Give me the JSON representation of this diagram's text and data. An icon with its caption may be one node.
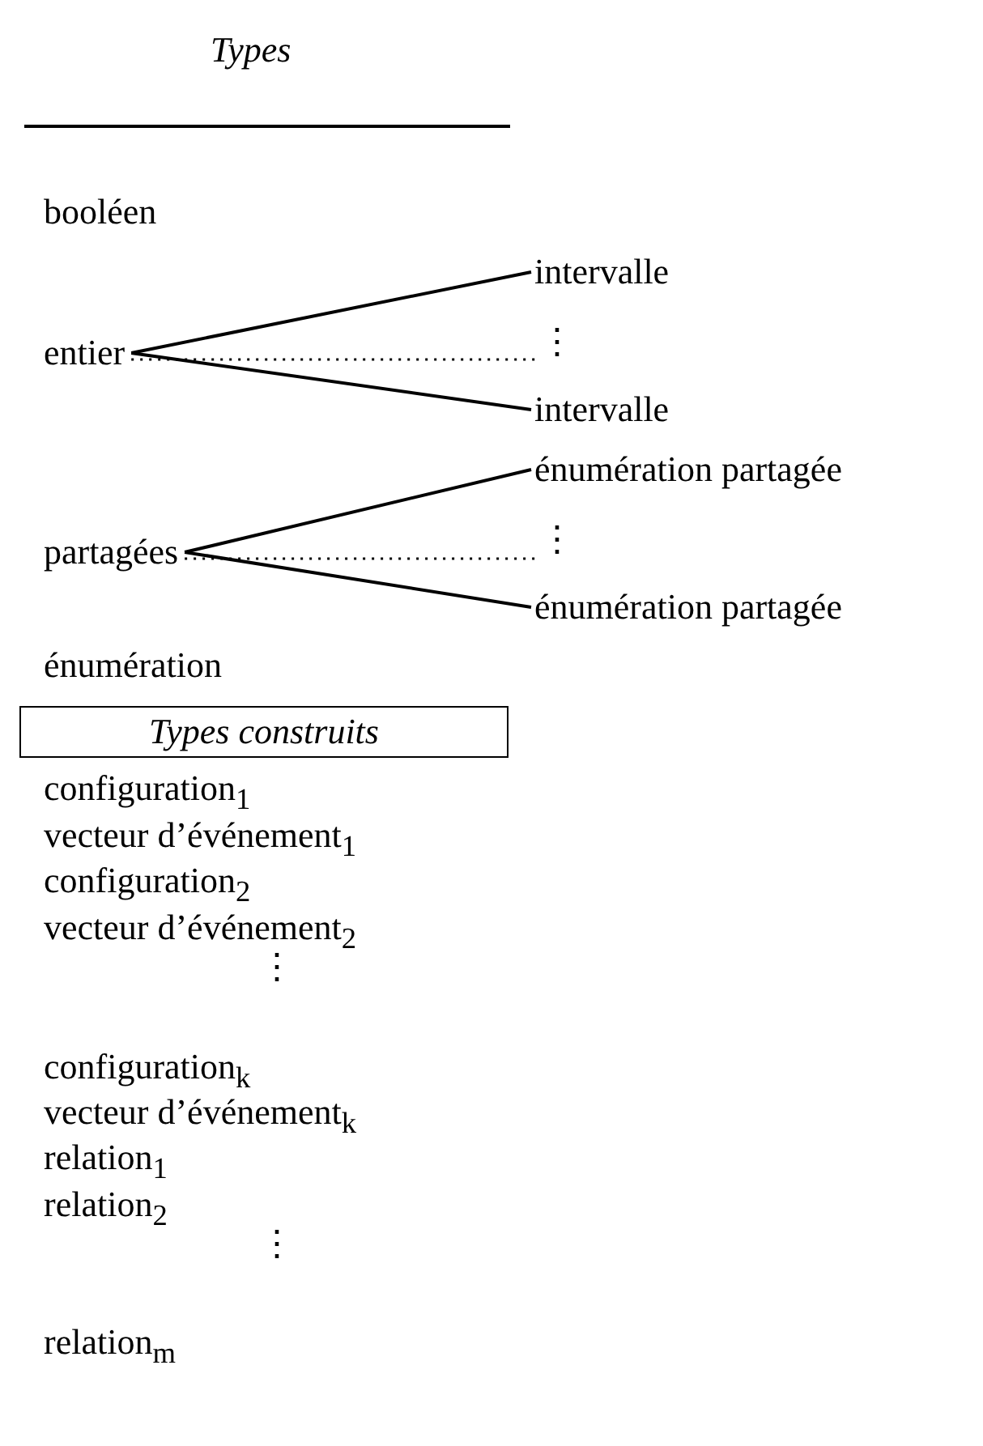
{
  "diagram": {
    "title": "Types",
    "nodes": [
      {
        "text": [
          "entier"
        ]
      },
      {
        "text": [
          "intervalle"
        ]
      },
      {
        "text": [
          "⋮"
        ]
      },
      {
        "text": [
          "intervalle"
        ]
      },
      {
        "text": [
          "partagées"
        ]
      },
      {
        "text": [
          "énumération partagée"
        ]
      },
      {
        "text": [
          "⋮"
        ]
      },
      {
        "text": [
          "énumération partagée"
        ]
      },
      {
        "text": [
          "Types construits"
        ]
      }
    ],
    "edges": [
      {
        "from": 0,
        "to": 1,
        "arrow": "none"
      },
      {
        "from": 0,
        "to": 2,
        "arrow": "none",
        "style": "dashed"
      },
      {
        "from": 0,
        "to": 3,
        "arrow": "none"
      },
      {
        "from": 4,
        "to": 5,
        "arrow": "none"
      },
      {
        "from": 4,
        "to": 6,
        "arrow": "none",
        "style": "dashed"
      },
      {
        "from": 4,
        "to": 7,
        "arrow": "none"
      }
    ],
    "labels": [
      "booléen",
      "énumération",
      "configuration$_{1}$",
      "vecteur d’événement$_{1}$",
      "configuration$_{2}$",
      "vecteur d’événement$_{2}$",
      "⋮",
      "configuration$_{k}$",
      "vecteur d’événement$_{k}$",
      "relation$_{1}$",
      "relation$_{2}$",
      "⋮",
      "relation$_{m}$"
    ]
  }
}
